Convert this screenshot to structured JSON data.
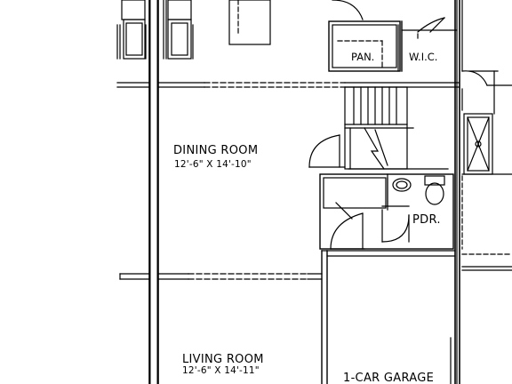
{
  "plan": {
    "rooms": {
      "dining": {
        "name": "DINING ROOM",
        "dims": "12'-6\" X 14'-10\""
      },
      "living": {
        "name": "LIVING ROOM",
        "dims": "12'-6\" X 14'-11\""
      },
      "pantry": {
        "name": "PAN."
      },
      "wic": {
        "name": "W.I.C."
      },
      "powder": {
        "name": "PDR."
      },
      "garage": {
        "name": "1-CAR GARAGE"
      }
    },
    "colors": {
      "line": "#000000",
      "background": "#ffffff"
    }
  }
}
